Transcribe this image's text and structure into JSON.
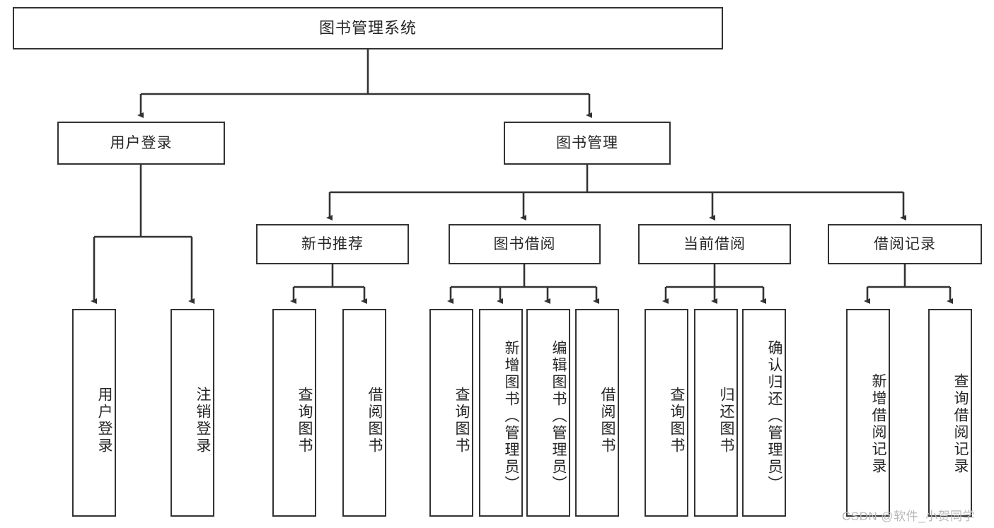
{
  "diagram": {
    "type": "hierarchy-tree",
    "title": "图书管理系统",
    "root": {
      "label": "图书管理系统"
    },
    "level1": [
      {
        "id": "user-login",
        "label": "用户登录"
      },
      {
        "id": "book-management",
        "label": "图书管理"
      }
    ],
    "level2": [
      {
        "id": "new-book-recommend",
        "label": "新书推荐",
        "parent": "book-management"
      },
      {
        "id": "book-borrow",
        "label": "图书借阅",
        "parent": "book-management"
      },
      {
        "id": "current-borrow",
        "label": "当前借阅",
        "parent": "book-management"
      },
      {
        "id": "borrow-record",
        "label": "借阅记录",
        "parent": "book-management"
      }
    ],
    "leaves": [
      {
        "id": "leaf-user-login",
        "label": "用户登录",
        "parent": "user-login"
      },
      {
        "id": "leaf-logout",
        "label": "注销登录",
        "parent": "user-login"
      },
      {
        "id": "leaf-query-book-1",
        "label": "查询图书",
        "parent": "new-book-recommend"
      },
      {
        "id": "leaf-borrow-book-1",
        "label": "借阅图书",
        "parent": "new-book-recommend"
      },
      {
        "id": "leaf-query-book-2",
        "label": "查询图书",
        "parent": "book-borrow"
      },
      {
        "id": "leaf-add-book",
        "label": "新增图书（管理员）",
        "parent": "book-borrow"
      },
      {
        "id": "leaf-edit-book",
        "label": "编辑图书（管理员）",
        "parent": "book-borrow"
      },
      {
        "id": "leaf-borrow-book-2",
        "label": "借阅图书",
        "parent": "book-borrow"
      },
      {
        "id": "leaf-query-book-3",
        "label": "查询图书",
        "parent": "current-borrow"
      },
      {
        "id": "leaf-return-book",
        "label": "归还图书",
        "parent": "current-borrow"
      },
      {
        "id": "leaf-confirm-return",
        "label": "确认归还（管理员）",
        "parent": "current-borrow"
      },
      {
        "id": "leaf-add-record",
        "label": "新增借阅记录",
        "parent": "borrow-record"
      },
      {
        "id": "leaf-query-record",
        "label": "查询借阅记录",
        "parent": "borrow-record"
      }
    ],
    "watermark": "CSDN @软件_小贺同学",
    "colors": {
      "border": "#333333",
      "background": "#ffffff",
      "text": "#262626",
      "watermark": "#b8b8b8"
    }
  }
}
